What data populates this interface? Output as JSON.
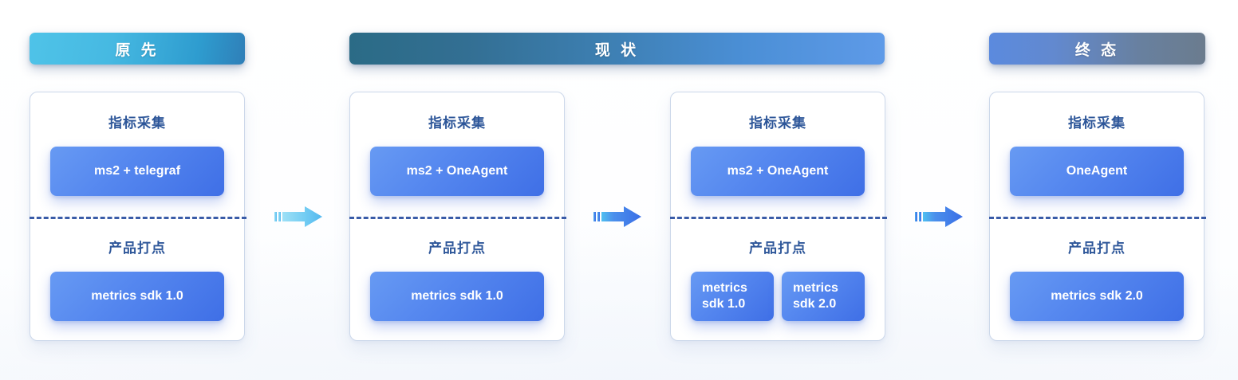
{
  "page": {
    "background_color": "#fbfcfe",
    "title_text_color": "#2d5699",
    "divider_color": "#3a5ca8",
    "pill_gradient": [
      "#679af3",
      "#3f6fe6"
    ],
    "card_border_color": "#ccd8ea"
  },
  "headers": [
    {
      "label": "原 先",
      "gradient_from": "#4fc3e8",
      "gradient_to": "#2f7fb8"
    },
    {
      "label": "现 状",
      "gradient_from": "#2b6b86",
      "gradient_to": "#5e9ae8"
    },
    {
      "label": "终 态",
      "gradient_from": "#5b8ade",
      "gradient_to": "#6b7c8e"
    }
  ],
  "cards": [
    {
      "top": {
        "title": "指标采集",
        "pills": [
          "ms2 + telegraf"
        ]
      },
      "bottom": {
        "title": "产品打点",
        "pills": [
          "metrics sdk 1.0"
        ]
      }
    },
    {
      "top": {
        "title": "指标采集",
        "pills": [
          "ms2 + OneAgent"
        ]
      },
      "bottom": {
        "title": "产品打点",
        "pills": [
          "metrics sdk 1.0"
        ]
      }
    },
    {
      "top": {
        "title": "指标采集",
        "pills": [
          "ms2 + OneAgent"
        ]
      },
      "bottom": {
        "title": "产品打点",
        "pills": [
          "metrics\nsdk 1.0",
          "metrics\nsdk 2.0"
        ]
      }
    },
    {
      "top": {
        "title": "指标采集",
        "pills": [
          "OneAgent"
        ]
      },
      "bottom": {
        "title": "产品打点",
        "pills": [
          "metrics sdk 2.0"
        ]
      }
    }
  ],
  "arrows": [
    {
      "name": "arrow-right-icon",
      "color_from": "#8fdcf5",
      "color_to": "#56b9ef"
    },
    {
      "name": "arrow-right-icon",
      "color_from": "#4fb6ef",
      "color_to": "#3d72e8"
    },
    {
      "name": "arrow-right-icon",
      "color_from": "#4fb6ef",
      "color_to": "#3d72e8"
    }
  ]
}
